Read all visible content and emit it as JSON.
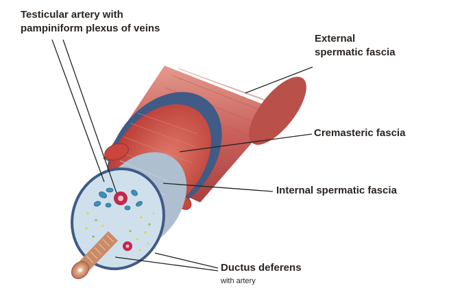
{
  "labels": {
    "testicular_line1": "Testicular artery with",
    "testicular_line2": "pampiniform plexus of veins",
    "external_line1": "External",
    "external_line2": "spermatic fascia",
    "cremasteric": "Cremasteric fascia",
    "internal": "Internal spermatic fascia",
    "ductus": "Ductus deferens",
    "ductus_sub": "with artery"
  },
  "colors": {
    "background": "#ffffff",
    "external_fascia": "#c9605c",
    "fascia_band": "#3f5b86",
    "cremasteric_muscle": "#c8463e",
    "internal_fascia": "#aebfd0",
    "cord_cross_section": "#cfe0ec",
    "ductus_deferens": "#c98a66",
    "artery": "#c2284e",
    "leader_line": "#222222"
  }
}
